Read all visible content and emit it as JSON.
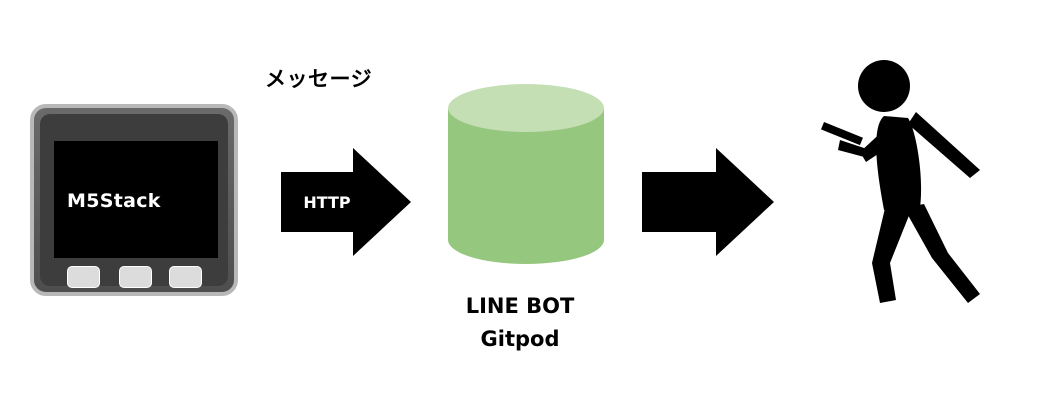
{
  "device": {
    "label": "M5Stack",
    "buttons": [
      "",
      "",
      ""
    ]
  },
  "message_label": "メッセージ",
  "arrow_left": {
    "label": "HTTP"
  },
  "server": {
    "line1": "LINE BOT",
    "line2": "Gitpod",
    "color_top": "#c5dfb4",
    "color_body": "#96c77e"
  },
  "user": {
    "icon": "person-walking-with-phone-icon"
  }
}
